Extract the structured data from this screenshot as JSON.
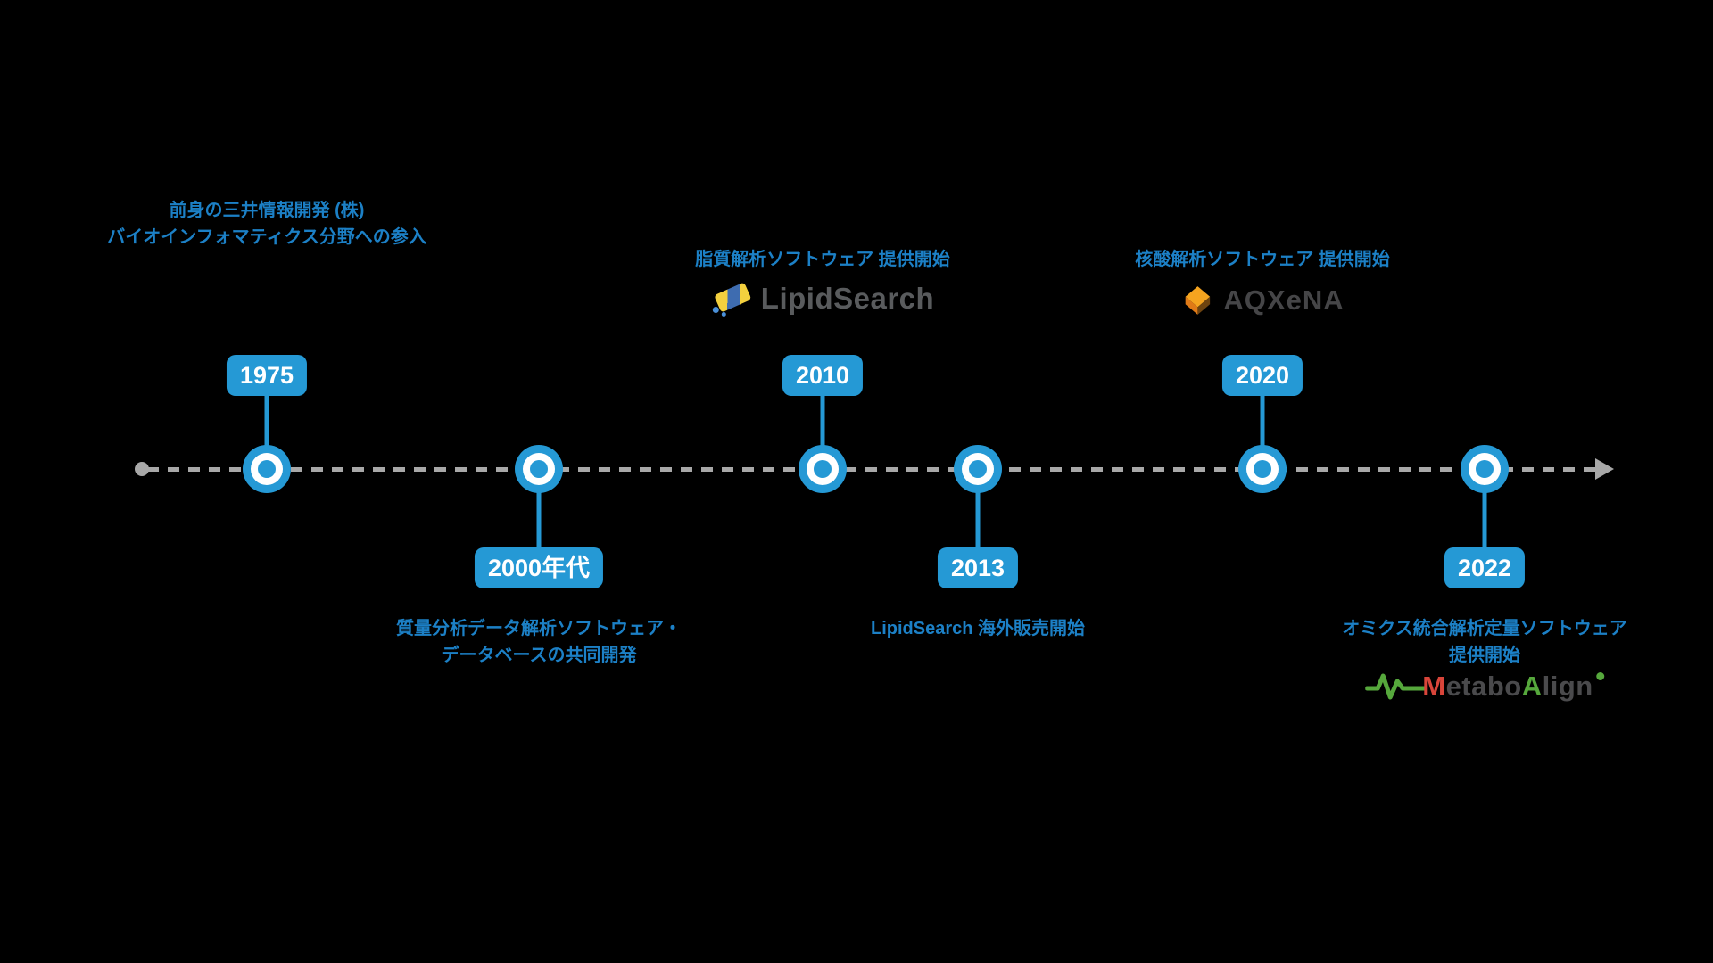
{
  "page": {
    "background": "#000000"
  },
  "colors": {
    "accent_blue": "#2599d5",
    "caption_blue": "#1c80c6",
    "axis_gray": "#a8a8a8",
    "badge_text": "#ffffff"
  },
  "events": [
    {
      "id": "1975",
      "year": "1975",
      "side": "above",
      "caption1": "前身の三井情報開発 (株)",
      "caption2": "バイオインフォマティクス分野への参入"
    },
    {
      "id": "2000s",
      "year": "2000年代",
      "side": "below",
      "caption1": "質量分析データ解析ソフトウェア・",
      "caption2": "データベースの共同開発"
    },
    {
      "id": "2010",
      "year": "2010",
      "side": "above",
      "caption1": "脂質解析ソフトウェア 提供開始",
      "logo": "LipidSearch"
    },
    {
      "id": "2013",
      "year": "2013",
      "side": "below",
      "caption1": "LipidSearch 海外販売開始"
    },
    {
      "id": "2020",
      "year": "2020",
      "side": "above",
      "caption1": "核酸解析ソフトウェア 提供開始",
      "logo": "AQXeNA"
    },
    {
      "id": "2022",
      "year": "2022",
      "side": "below",
      "caption1": "オミクス統合解析定量ソフトウェア",
      "caption2": "提供開始",
      "logo": "MetaboAlign"
    }
  ],
  "logos": {
    "lipidsearch": {
      "text": "LipidSearch"
    },
    "aqxena": {
      "text": "AQXeNA"
    },
    "metaboalign": {
      "m": "M",
      "etabo": "etabo",
      "a": "A",
      "lign": "lign"
    }
  }
}
